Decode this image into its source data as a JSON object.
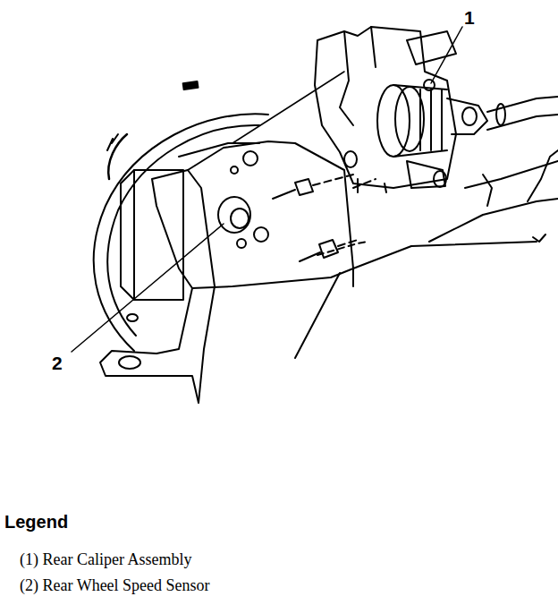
{
  "diagram": {
    "labels": [
      "1",
      "2",
      "Legend"
    ],
    "legend": [
      {
        "text": "(1) Rear Caliper Assembly"
      },
      {
        "text": "(2) Rear Wheel Speed Sensor"
      }
    ]
  }
}
